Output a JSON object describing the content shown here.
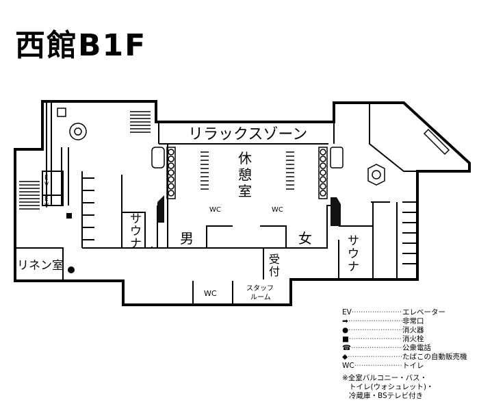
{
  "title": "西館B1F",
  "rooms": {
    "relax_zone": "リラックスゾーン",
    "rest_room": [
      "休",
      "憩",
      "室"
    ],
    "sauna": [
      "サ",
      "ウ",
      "ナ"
    ],
    "men": "男",
    "women": "女",
    "reception": [
      "受",
      "付"
    ],
    "linen": "リネン室",
    "wc": "WC",
    "staff_room": [
      "スタッフ",
      "ルーム"
    ],
    "ev": [
      "E",
      "V"
    ]
  },
  "legend": [
    {
      "symbol": "EV",
      "label": "エレベーター"
    },
    {
      "symbol": "➡",
      "label": "非常口"
    },
    {
      "symbol": "●",
      "label": "消火器"
    },
    {
      "symbol": "■",
      "label": "消火栓"
    },
    {
      "symbol": "☎",
      "label": "公衆電話"
    },
    {
      "symbol": "◆",
      "label": "たばこの自動販売機"
    },
    {
      "symbol": "WC",
      "label": "トイレ"
    }
  ],
  "note": [
    "※全室バルコニー・バス・",
    "トイレ(ウォシュレット)・",
    "冷蔵庫・BSテレビ付き"
  ]
}
